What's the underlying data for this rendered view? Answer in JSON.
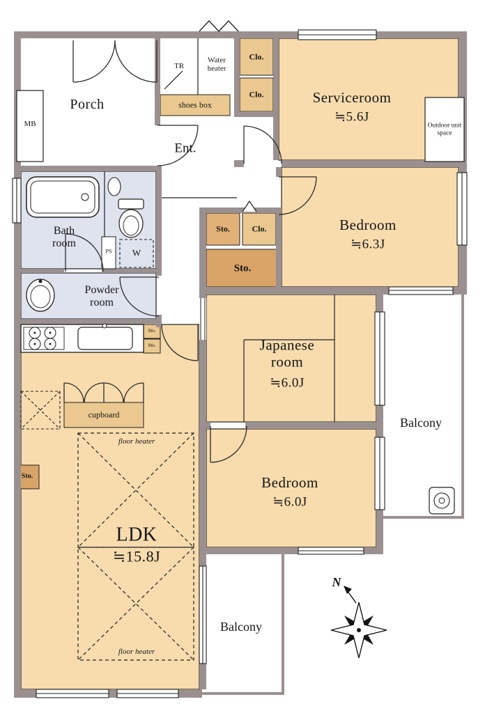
{
  "palette": {
    "wall": "#9b9090",
    "room_fill": "#f8dcae",
    "storage_light": "#eac88f",
    "storage_dark": "#d8a468",
    "wet_area": "#dfe3ee",
    "line": "#1f1f1f"
  },
  "labels": {
    "porch": "Porch",
    "mb": "MB",
    "tr": "TR",
    "water_heater": "Water heater",
    "clo_1": "Clo.",
    "clo_2": "Clo.",
    "shoes_box": "shoes box",
    "serviceroom": "Serviceroom",
    "serviceroom_size": "≒5.6J",
    "outdoor_unit": "Outdoor unit space",
    "entrance": "Ent.",
    "bath": "Bath room",
    "ps": "PS",
    "washer": "W",
    "powder": "Powder room",
    "sto_mini_1": "Sto.",
    "sto_mini_2": "Sto.",
    "sto_hall": "Sto.",
    "clo_hall": "Clo.",
    "sto_big": "Sto.",
    "bedroom_1": "Bedroom",
    "bedroom_1_size": "≒6.3J",
    "japanese": "Japanese room",
    "japanese_size": "≒6.0J",
    "bedroom_2": "Bedroom",
    "bedroom_2_size": "≒6.0J",
    "balcony_right": "Balcony",
    "balcony_bottom": "Balcony",
    "cupboard": "cupboard",
    "floor_heater_1": "floor heater",
    "floor_heater_2": "floor heater",
    "ldk": "LDK",
    "ldk_size": "≒15.8J",
    "sto_left": "Sto.",
    "compass_n": "N"
  }
}
